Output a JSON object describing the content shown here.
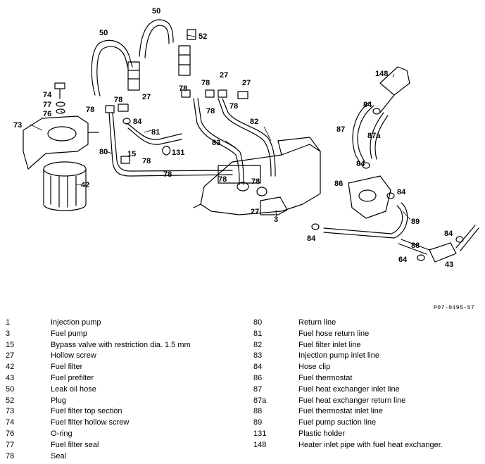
{
  "figure_ref": "P07-0495-57",
  "callouts": {
    "c50a": "50",
    "c50b": "50",
    "c52": "52",
    "c74": "74",
    "c77": "77",
    "c76": "76",
    "c73": "73",
    "c78a": "78",
    "c78b": "78",
    "c27a": "27",
    "c78c": "78",
    "c78d": "78",
    "c27b": "27",
    "c27c": "27",
    "c78e": "78",
    "c78f": "78",
    "c84a": "84",
    "c81": "81",
    "c80": "80",
    "c15": "15",
    "c131": "131",
    "c78g": "78",
    "c78h": "78",
    "c42": "42",
    "c82": "82",
    "c83": "83",
    "c78i": "78",
    "c78j": "78",
    "c27d": "27",
    "c3": "3",
    "c148": "148",
    "c84b": "84",
    "c87": "87",
    "c87a": "87a",
    "c84c": "84",
    "c86": "86",
    "c84d": "84",
    "c89": "89",
    "c84e": "84",
    "c84f": "84",
    "c88": "88",
    "c64": "64",
    "c43": "43"
  },
  "legend_left": [
    {
      "num": "1",
      "desc": "Injection pump"
    },
    {
      "num": "3",
      "desc": "Fuel pump"
    },
    {
      "num": "15",
      "desc": "Bypass valve with restriction dia. 1.5 mm"
    },
    {
      "num": "27",
      "desc": "Hollow screw"
    },
    {
      "num": "42",
      "desc": "Fuel filter"
    },
    {
      "num": "43",
      "desc": "Fuel prefilter"
    },
    {
      "num": "50",
      "desc": "Leak oil hose"
    },
    {
      "num": "52",
      "desc": "Plug"
    },
    {
      "num": "73",
      "desc": "Fuel filter top section"
    },
    {
      "num": "74",
      "desc": "Fuel filter hollow screw"
    },
    {
      "num": "76",
      "desc": "O-ring"
    },
    {
      "num": "77",
      "desc": "Fuel filter seal"
    },
    {
      "num": "78",
      "desc": "Seal"
    }
  ],
  "legend_right": [
    {
      "num": "80",
      "desc": "Return line"
    },
    {
      "num": "81",
      "desc": "Fuel hose return line"
    },
    {
      "num": "82",
      "desc": "Fuel filter inlet line"
    },
    {
      "num": "83",
      "desc": "Injection pump inlet line"
    },
    {
      "num": "84",
      "desc": "Hose clip"
    },
    {
      "num": "86",
      "desc": "Fuel thermostat"
    },
    {
      "num": "87",
      "desc": "Fuel heat exchanger inlet line"
    },
    {
      "num": "87a",
      "desc": "Fuel heat exchanger return line"
    },
    {
      "num": "88",
      "desc": "Fuel thermostat inlet line"
    },
    {
      "num": "89",
      "desc": "Fuel pump suction line"
    },
    {
      "num": "131",
      "desc": "Plastic holder"
    },
    {
      "num": "148",
      "desc": "Heater inlet pipe with fuel heat exchanger."
    }
  ]
}
